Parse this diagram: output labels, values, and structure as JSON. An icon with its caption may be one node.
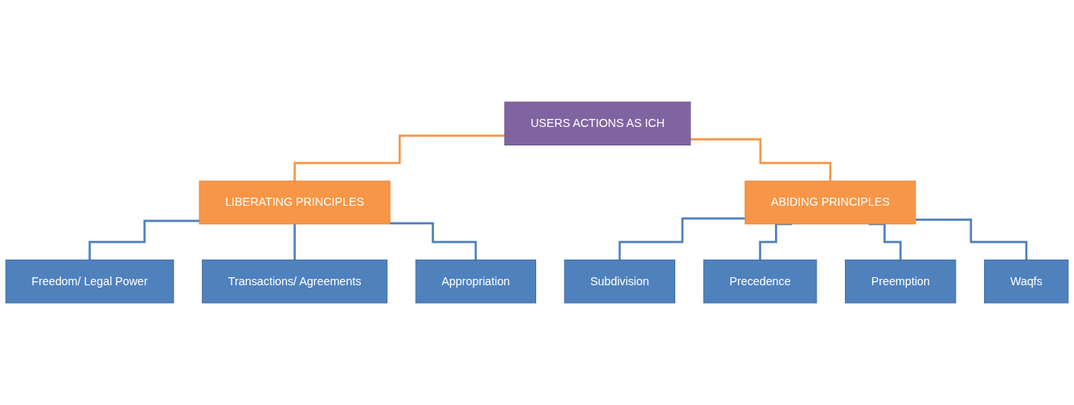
{
  "diagram": {
    "nodes": [
      {
        "text": [
          "USERS ACTIONS AS ICH"
        ]
      },
      {
        "text": [
          "LIBERATING PRINCIPLES"
        ]
      },
      {
        "text": [
          "ABIDING PRINCIPLES"
        ]
      },
      {
        "text": [
          "Freedom/ Legal Power"
        ]
      },
      {
        "text": [
          "Transactions/ Agreements"
        ]
      },
      {
        "text": [
          "Appropriation"
        ]
      },
      {
        "text": [
          "Subdivision"
        ]
      },
      {
        "text": [
          "Precedence"
        ]
      },
      {
        "text": [
          "Preemption"
        ]
      },
      {
        "text": [
          "Waqfs"
        ]
      }
    ],
    "edges": [
      {
        "from": 0,
        "to": 1,
        "arrow": "none",
        "color": "#f79646"
      },
      {
        "from": 0,
        "to": 2,
        "arrow": "none",
        "color": "#f79646"
      },
      {
        "from": 1,
        "to": 3,
        "arrow": "none"
      },
      {
        "from": 1,
        "to": 4,
        "arrow": "none"
      },
      {
        "from": 1,
        "to": 5,
        "arrow": "none"
      },
      {
        "from": 2,
        "to": 6,
        "arrow": "none"
      },
      {
        "from": 2,
        "to": 7,
        "arrow": "none"
      },
      {
        "from": 2,
        "to": 8,
        "arrow": "none"
      },
      {
        "from": 2,
        "to": 9,
        "arrow": "none"
      }
    ]
  }
}
